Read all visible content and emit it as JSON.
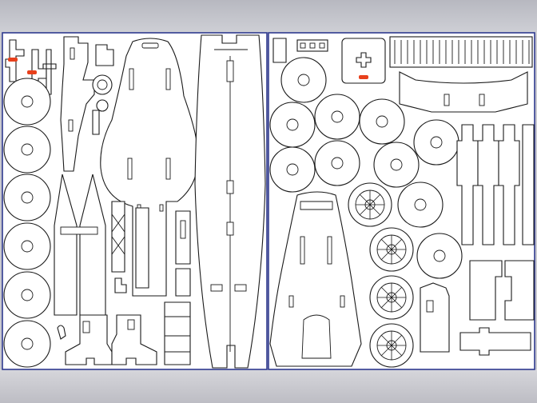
{
  "colors": {
    "sheet_border": "#2f3a8f",
    "cut_line": "#1a1a1a",
    "engrave_mark": "#e8401c",
    "background": "#c9c9cf"
  },
  "sheets": [
    {
      "name": "left-sheet",
      "wheels": 6,
      "marks": 2
    },
    {
      "name": "right-sheet",
      "plain_wheels": 10,
      "spoked_wheels": 4,
      "marks": 1
    }
  ]
}
